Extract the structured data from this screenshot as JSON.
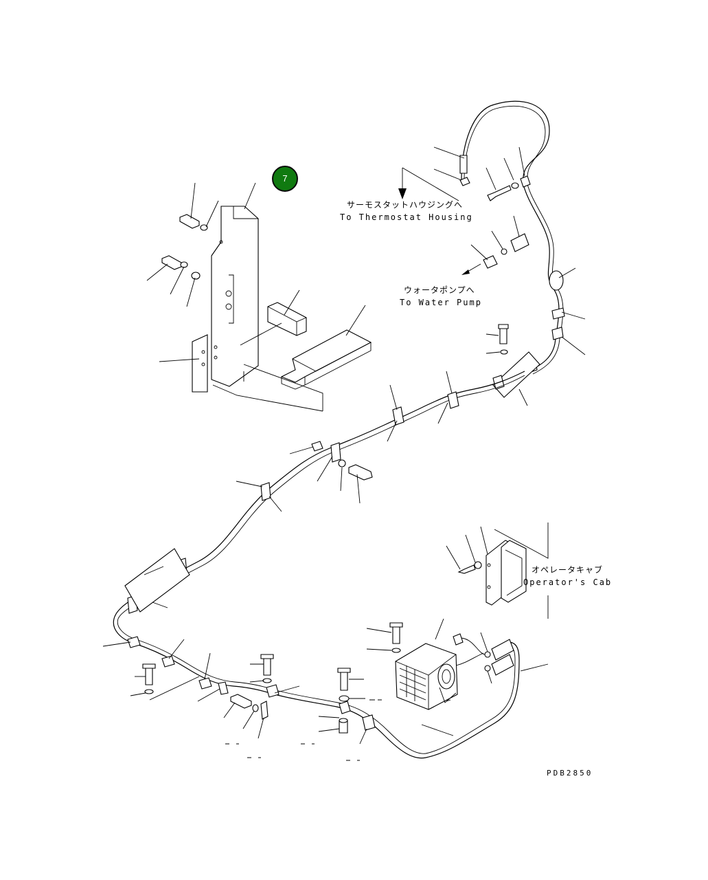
{
  "badge": {
    "number": "7",
    "color": "#107a10"
  },
  "labels": {
    "thermostat_jp": "サーモスタットハウジングへ",
    "thermostat_en": "To Thermostat Housing",
    "water_pump_jp": "ウォータポンプへ",
    "water_pump_en": "To Water Pump",
    "operator_cab_jp": "オペレータキャブ",
    "operator_cab_en": "Operator's Cab",
    "drawing_code": "PDB2850"
  }
}
